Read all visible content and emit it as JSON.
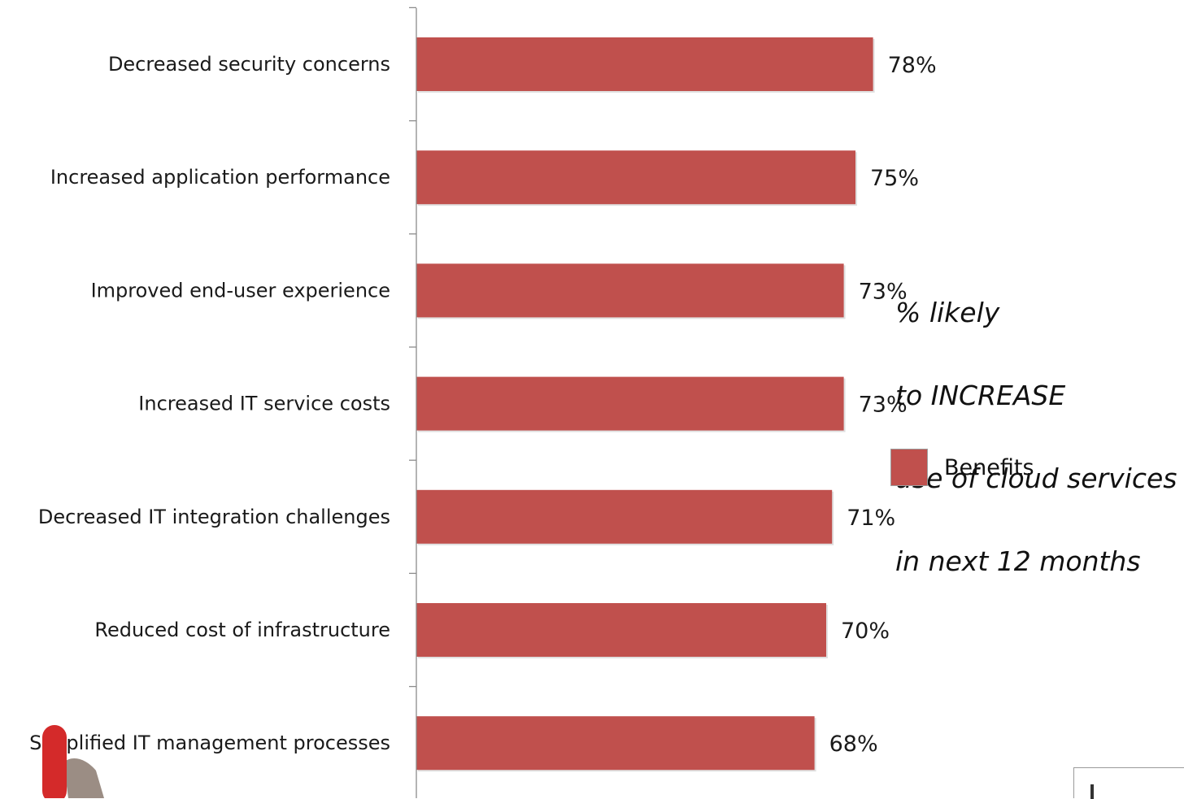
{
  "chart_data": {
    "type": "bar",
    "orientation": "horizontal",
    "categories": [
      "Decreased security concerns",
      "Increased application performance",
      "Improved end-user experience",
      "Increased IT service costs",
      "Decreased IT integration challenges",
      "Reduced  cost of infrastructure",
      "Simplified IT management processes"
    ],
    "values": [
      78,
      75,
      73,
      73,
      71,
      70,
      68
    ],
    "value_labels": [
      "78%",
      "75%",
      "73%",
      "73%",
      "71%",
      "70%",
      "68%"
    ],
    "series": [
      {
        "name": "Benefits",
        "values": [
          78,
          75,
          73,
          73,
          71,
          70,
          68
        ]
      }
    ],
    "annotation_lines": [
      "% likely",
      "to INCREASE",
      "use of cloud services",
      "in next 12 months"
    ],
    "bar_color": "#c0504d",
    "legend": {
      "label": "Benefits",
      "position": "right"
    },
    "grid": false
  }
}
